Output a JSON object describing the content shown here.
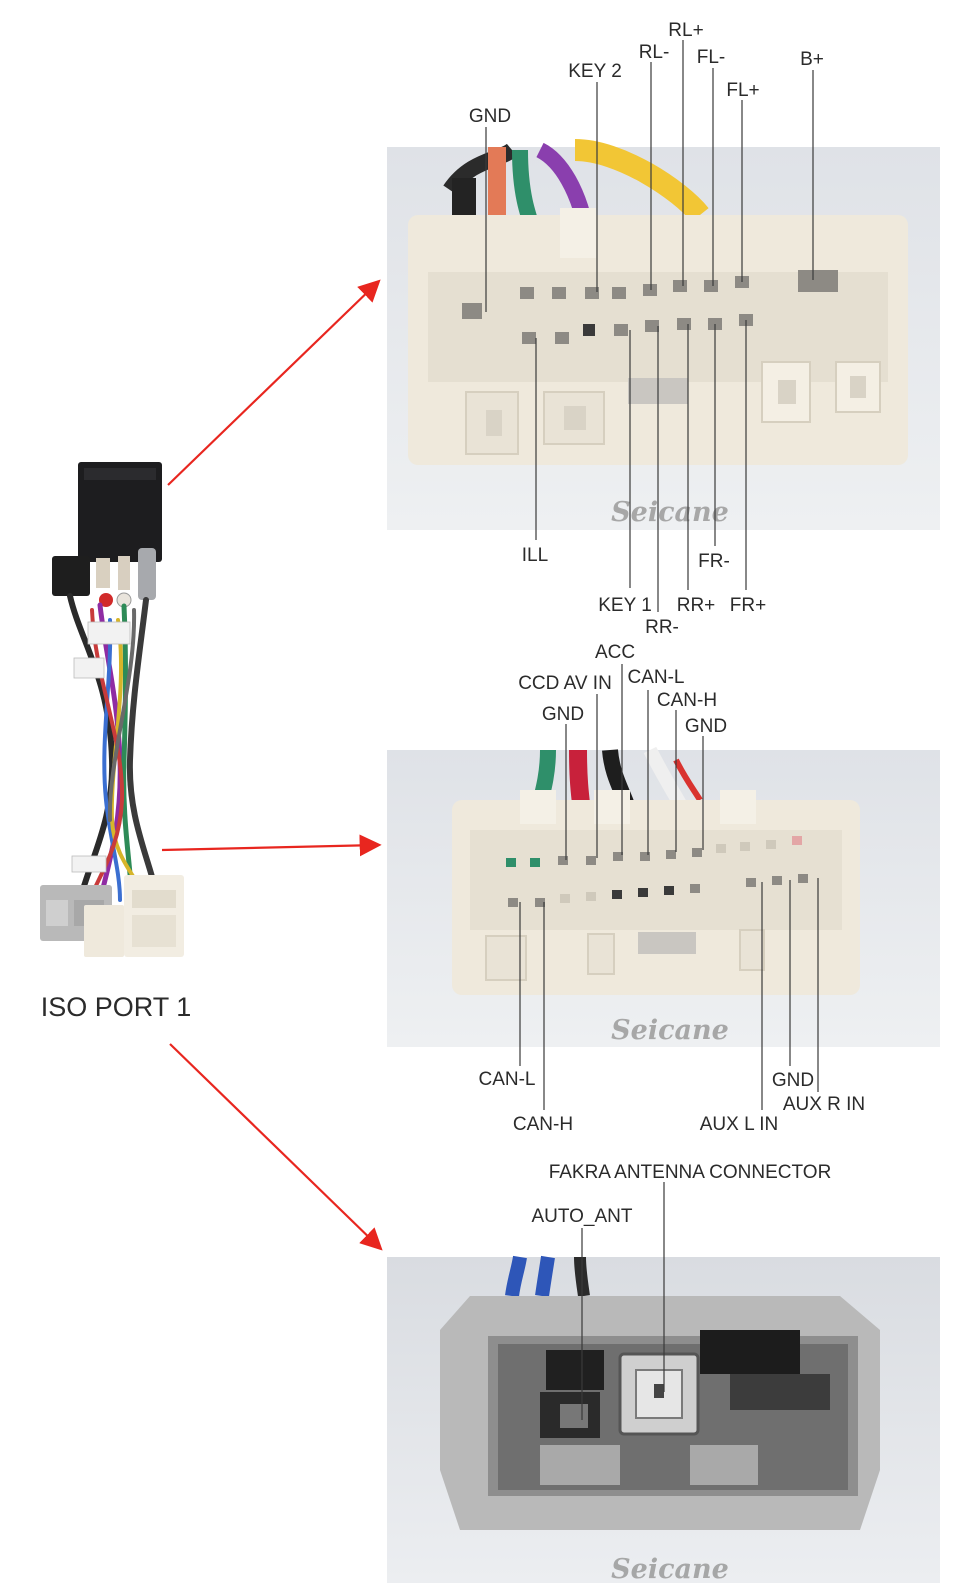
{
  "left_label": "ISO PORT 1",
  "watermark": "Seicane",
  "panels": [
    {
      "id": "panel-1",
      "top_labels": [
        "RL+",
        "RL-",
        "FL-",
        "KEY 2",
        "B+",
        "FL+",
        "GND"
      ],
      "bottom_labels": [
        "ILL",
        "FR-",
        "KEY 1",
        "RR+",
        "FR+",
        "RR-"
      ]
    },
    {
      "id": "panel-2",
      "top_labels": [
        "ACC",
        "CCD AV IN",
        "CAN-L",
        "CAN-H",
        "GND",
        "GND"
      ],
      "bottom_labels": [
        "CAN-L",
        "GND",
        "AUX R IN",
        "CAN-H",
        "AUX L IN"
      ]
    },
    {
      "id": "panel-3",
      "top_labels": [
        "FAKRA ANTENNA CONNECTOR",
        "AUTO_ANT"
      ],
      "bottom_labels": []
    }
  ],
  "colors": {
    "arrow": "#e8261f",
    "connector_white": "#efe9dc",
    "connector_gray": "#b9b9b9",
    "photo_bg": "#e9ebee"
  }
}
